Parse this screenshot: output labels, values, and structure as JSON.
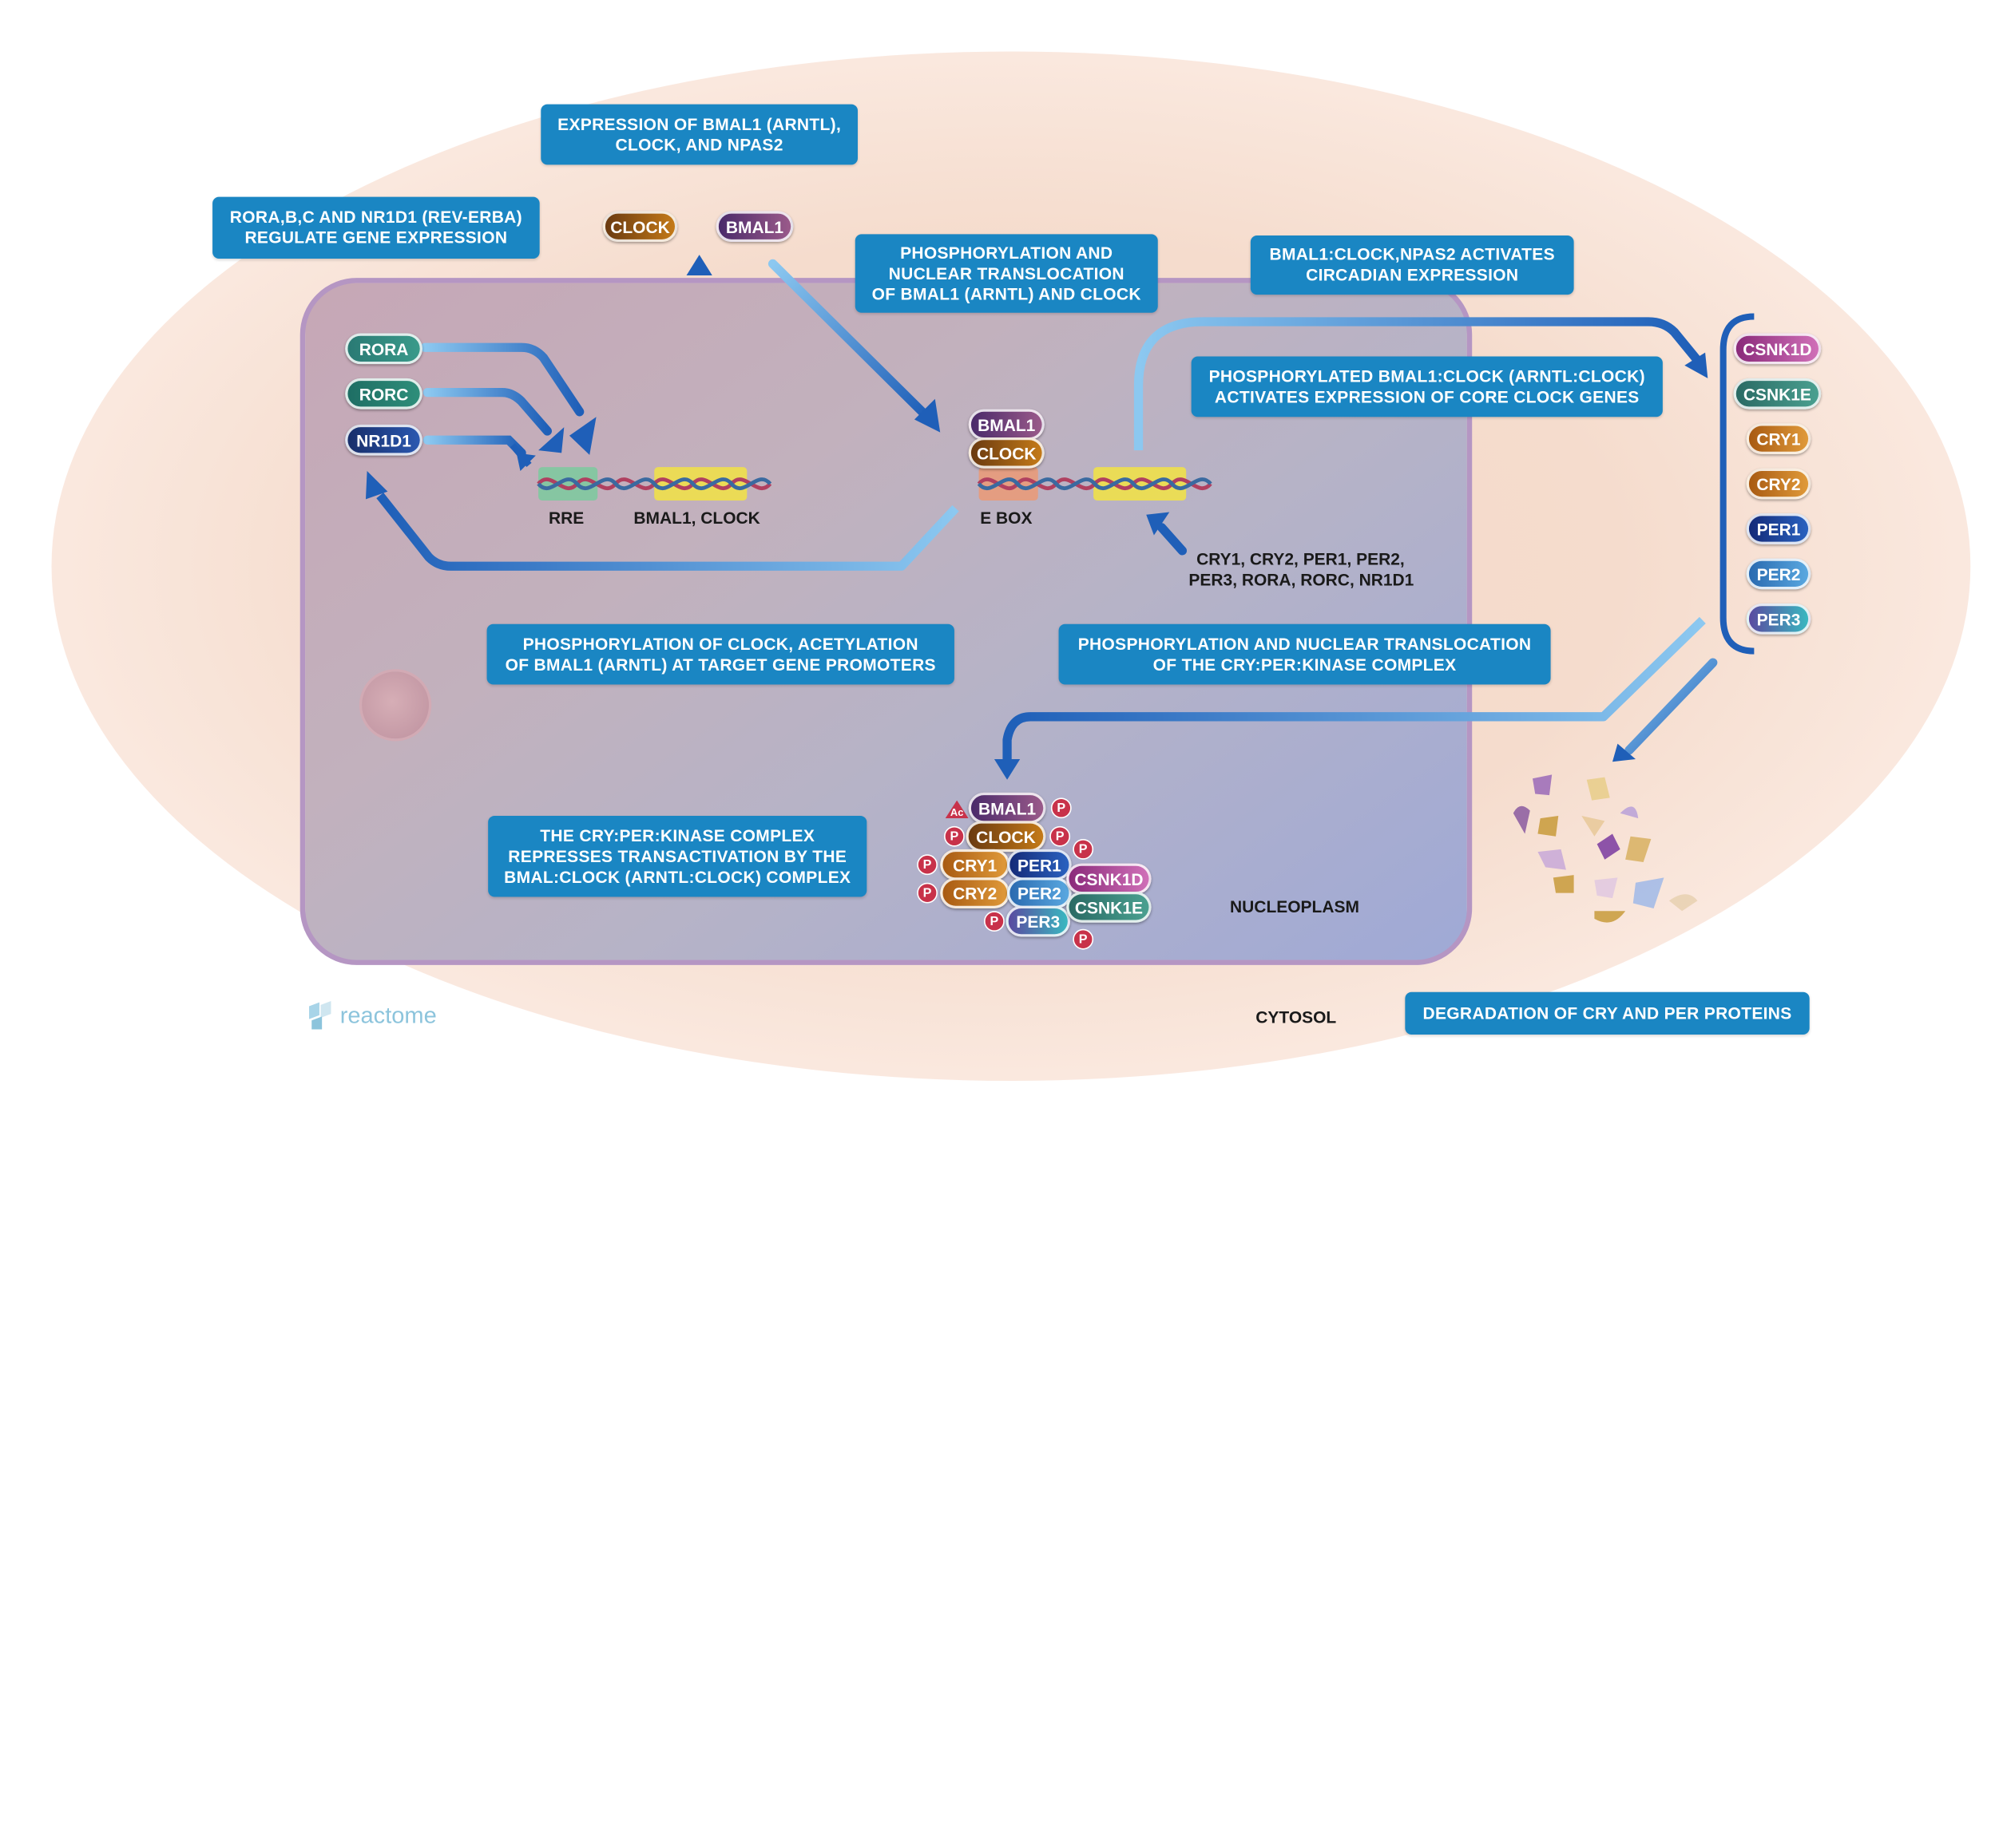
{
  "notes": {
    "rora_regulate": "RORA,B,C AND NR1D1 (REV-ERBA)\nREGULATE GENE EXPRESSION",
    "expression_bmal1": "EXPRESSION OF BMAL1 (ARNTL),\nCLOCK, AND NPAS2",
    "phos_nuclear": "PHOSPHORYLATION AND\nNUCLEAR TRANSLOCATION\nOF BMAL1 (ARNTL) AND CLOCK",
    "bmal_activates": "BMAL1:CLOCK,NPAS2 ACTIVATES\nCIRCADIAN EXPRESSION",
    "phos_bmal_clock": "PHOSPHORYLATED BMAL1:CLOCK (ARNTL:CLOCK)\nACTIVATES EXPRESSION OF CORE CLOCK GENES",
    "phos_clock_acet": "PHOSPHORYLATION OF CLOCK, ACETYLATION\nOF BMAL1 (ARNTL) AT TARGET GENE PROMOTERS",
    "phos_cry_per": "PHOSPHORYLATION AND NUCLEAR TRANSLOCATION\nOF THE CRY:PER:KINASE COMPLEX",
    "cry_per_represses": "THE CRY:PER:KINASE COMPLEX\nREPRESSES TRANSACTIVATION BY THE\nBMAL:CLOCK (ARNTL:CLOCK) COMPLEX",
    "degradation": "DEGRADATION OF CRY AND PER PROTEINS"
  },
  "molecules": {
    "rora": "RORA",
    "rorc": "RORC",
    "nr1d1": "NR1D1",
    "clock_cyto": "CLOCK",
    "bmal1_cyto": "BMAL1",
    "bmal1_ebox": "BMAL1",
    "clock_ebox": "CLOCK",
    "complex": {
      "bmal1": "BMAL1",
      "clock": "CLOCK",
      "cry1": "CRY1",
      "per1": "PER1",
      "cry2": "CRY2",
      "per2": "PER2",
      "per3": "PER3",
      "csnk1d": "CSNK1D",
      "csnk1e": "CSNK1E"
    },
    "bracket": [
      "CSNK1D",
      "CSNK1E",
      "CRY1",
      "CRY2",
      "PER1",
      "PER2",
      "PER3"
    ]
  },
  "labels": {
    "rre": "RRE",
    "bmal1_clock_gene": "BMAL1, CLOCK",
    "ebox": "E BOX",
    "targets_line1": "CRY1, CRY2, PER1, PER2,",
    "targets_line2": "PER3, RORA, RORC, NR1D1",
    "nucleoplasm": "NUCLEOPLASM",
    "cytosol": "CYTOSOL",
    "phospho": "P",
    "acetyl": "Ac"
  },
  "brand": {
    "logo_text": "reactome"
  },
  "colors": {
    "note_blue": "#1a86c3",
    "arrow_dark": "#1f5fb8",
    "arrow_light": "#8cc8f0",
    "rora": "#2a7a74",
    "nr1d1": "#1f3f8a",
    "clock": "#b8680c",
    "bmal1": "#7a4a8a",
    "cry": "#d2802a",
    "per1": "#1e4fa0",
    "per2": "#3a8ac8",
    "per3": "#3ab0b8",
    "csnk1d": "#b050a0",
    "csnk1e": "#3a8a80",
    "phospho": "#c8324a"
  }
}
